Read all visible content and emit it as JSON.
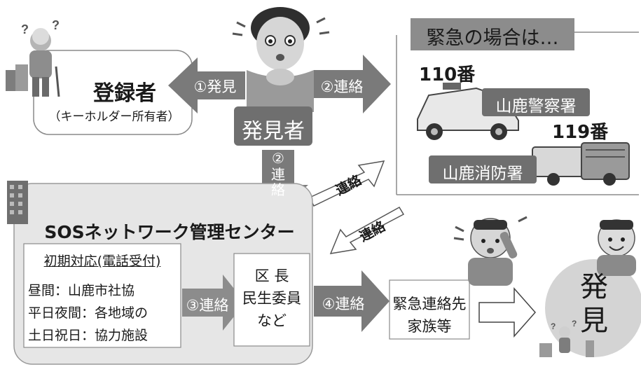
{
  "registrant": {
    "title": "登録者",
    "subtitle": "（キーホルダー所有者）"
  },
  "finder": {
    "label": "発見者"
  },
  "arrows": {
    "discover_1": "①発見",
    "contact_2_right": "②連絡",
    "contact_2_down_num": "②",
    "contact_2_down_text": "連\n絡",
    "contact_up": "連絡",
    "contact_back": "連絡",
    "contact_3": "③連絡",
    "contact_4": "④連絡"
  },
  "emergency": {
    "title": "緊急の場合は…",
    "police_number": "110番",
    "police_station": "山鹿警察署",
    "fire_number": "119番",
    "fire_station": "山鹿消防署"
  },
  "center": {
    "title": "SOSネットワーク管理センター",
    "initial_heading": "初期対応(電話受付)",
    "daytime": "昼間：山鹿市社協",
    "weeknight": "平日夜間：各地域の",
    "holidays": "土日祝日：協力施設"
  },
  "officials": {
    "line1": "区 長",
    "line2": "民生委員",
    "line3": "など"
  },
  "family": {
    "line1": "緊急連絡先",
    "line2": "家族等"
  },
  "found": {
    "text": "発\n見"
  },
  "colors": {
    "dark_gray": "#6f6f6f",
    "mid_gray": "#8c8c8c",
    "light_panel": "#e6e6e6",
    "arrow_dark": "#7a7a7a"
  }
}
